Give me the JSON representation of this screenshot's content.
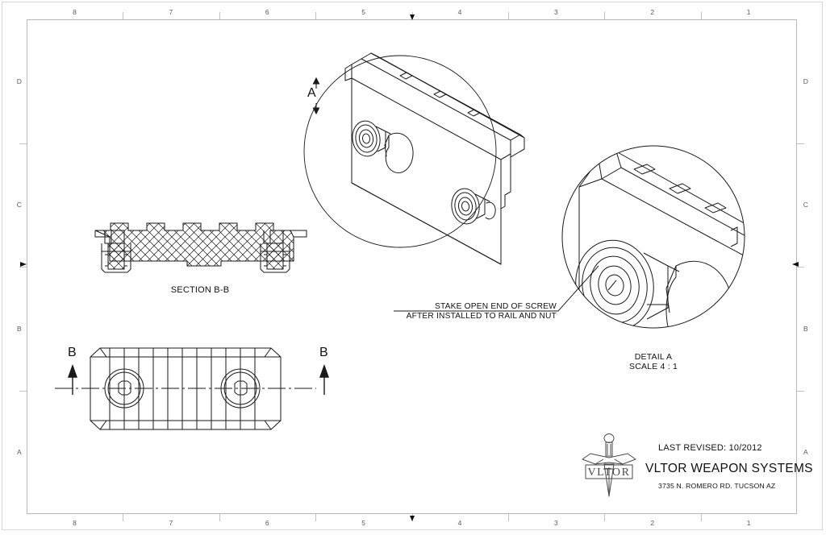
{
  "sheet": {
    "kind": "engineering-drawing",
    "zone_columns": [
      "8",
      "7",
      "6",
      "5",
      "4",
      "3",
      "2",
      "1"
    ],
    "zone_rows": [
      "D",
      "C",
      "B",
      "A"
    ]
  },
  "views": {
    "isometric": {
      "detail_marker": "A"
    },
    "section": {
      "label": "SECTION B-B"
    },
    "plan": {
      "section_letter_left": "B",
      "section_letter_right": "B"
    },
    "detail": {
      "title": "DETAIL A",
      "scale": "SCALE 4 : 1"
    }
  },
  "annotations": {
    "stake_note_line1": "STAKE OPEN END OF SCREW",
    "stake_note_line2": "AFTER INSTALLED TO RAIL AND NUT"
  },
  "title_block": {
    "last_revised": "LAST REVISED: 10/2012",
    "company": "VLTOR WEAPON SYSTEMS",
    "address": "3735 N. ROMERO RD. TUCSON AZ",
    "logo_text": "VLTOR"
  },
  "colors": {
    "line": "#1a1a1a",
    "frame": "#b9b9b9",
    "zone_text": "#5a5a5a",
    "paper": "#ffffff"
  }
}
